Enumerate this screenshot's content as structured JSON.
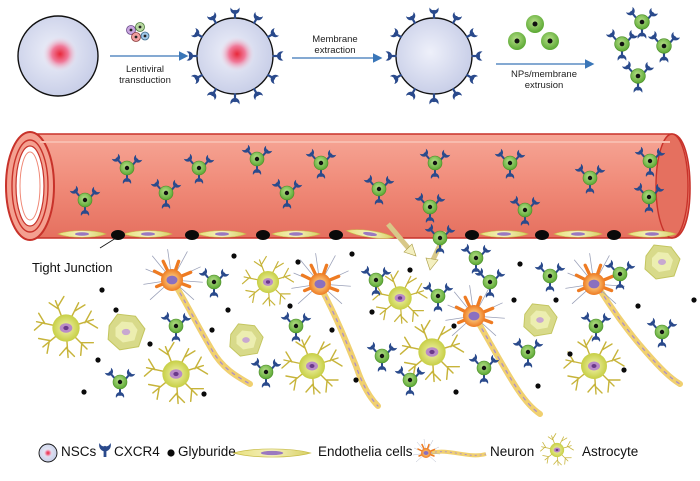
{
  "top_steps": [
    {
      "label": "Lentiviral\ntransduction"
    },
    {
      "label": "Membrane\nextraction"
    },
    {
      "label": "NPs/membrane\nextrusion"
    }
  ],
  "tight_junction_label": "Tight Junction",
  "legend": [
    {
      "label": "NSCs",
      "icon": "nsc-cell-icon"
    },
    {
      "label": "CXCR4",
      "icon": "cxcr4-receptor-icon"
    },
    {
      "label": "Glyburide",
      "icon": "glyburide-dot-icon"
    },
    {
      "label": "Endothelia cells",
      "icon": "endothelial-cell-icon"
    },
    {
      "label": "Neuron",
      "icon": "neuron-icon"
    },
    {
      "label": "Astrocyte",
      "icon": "astrocyte-icon"
    }
  ],
  "colors": {
    "vessel": "#f08a78",
    "vessel_dark": "#c8322a",
    "receptor": "#2a4a8c",
    "np_core": "#7fc24a",
    "astrocyte": "#b8c43a",
    "neuron": "#ee7b22",
    "arrow": "#3a76b8"
  }
}
